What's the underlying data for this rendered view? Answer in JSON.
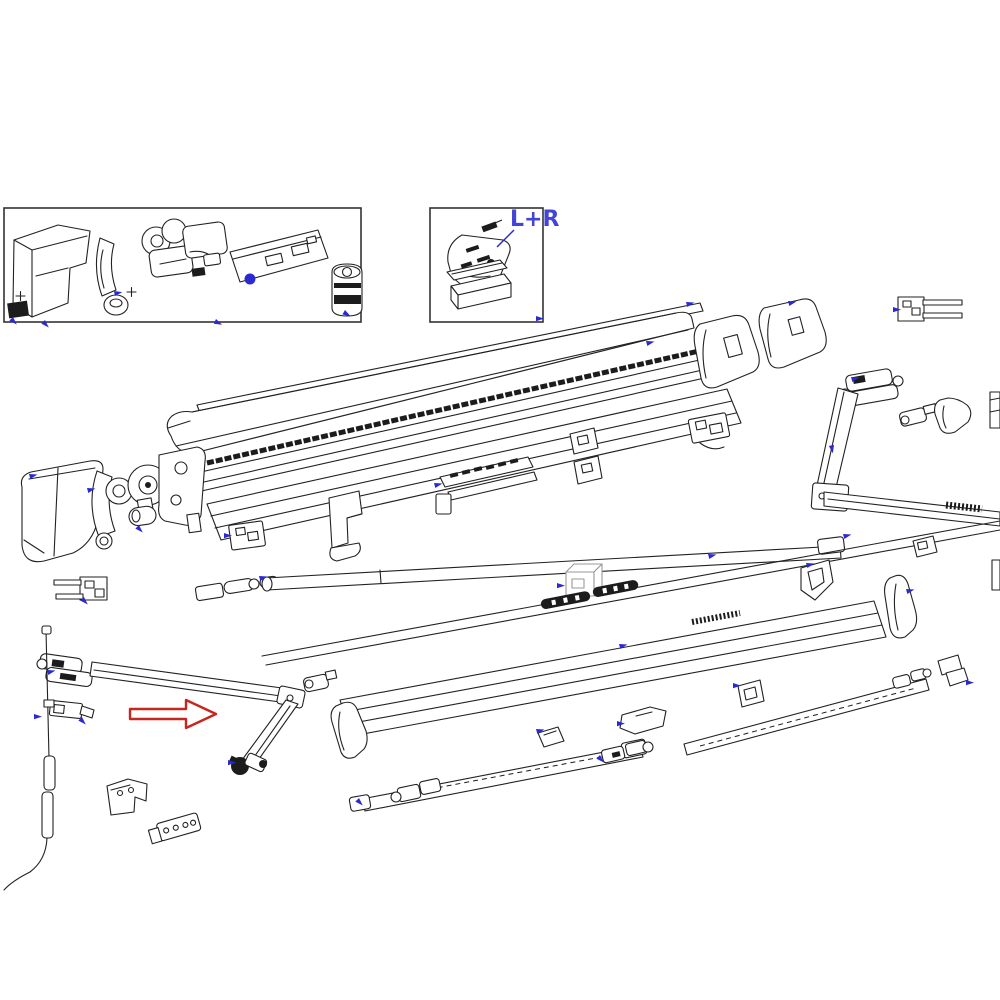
{
  "diagram": {
    "kind": "exploded-parts-diagram",
    "subject": "awning assembly exploded view, line drawing",
    "background_color": "#ffffff",
    "line_color": "#222222",
    "link_marker_color": "#2a2ad0",
    "pointer_arrow_color": "#c5271f",
    "label_color": "#4345d6",
    "inset_b": {
      "label": "L+R"
    },
    "pointer_arrow": {
      "direction": "right"
    },
    "link_marker_count": 35,
    "plus_mark": "+",
    "parts": [
      "inset-box-a",
      "end-cap-cover",
      "fixing-chip",
      "curved-bracket",
      "bushing",
      "gear-motor-assembly",
      "control-unit-box",
      "motor-cylinder",
      "inset-box-b",
      "wall-bracket-lr",
      "bracket-strip",
      "bracket-box",
      "top-profile-rail",
      "cassette-lid",
      "roller-fabric-stripe",
      "case-front-profile",
      "end-cover-left",
      "end-cover-right",
      "fork-bracket-right",
      "fork-bracket-left",
      "spring-arm-right-upper",
      "spring-arm-right-elbow",
      "spring-arm-right-lower",
      "arm-knuckle",
      "arm-cover",
      "edge-part-right",
      "left-end-cover",
      "ring-bracket",
      "gear-disc",
      "gear-housing",
      "bushing-small",
      "support-bracket",
      "roller-connector",
      "mounting-clamp",
      "perforated-strip",
      "clip-bracket-stack",
      "support-bracket-2",
      "roller-tube",
      "thin-profile-rail",
      "cube-cap",
      "chain-strip",
      "lead-rail",
      "lead-rail-end-cover",
      "triangle-bracket",
      "rail-clip",
      "rafter-tube-center",
      "rafter-tube-right",
      "tube-connector",
      "tube-end-bracket",
      "rail-clamp",
      "wall-foot-bracket",
      "mounting-plate",
      "spring-arm-left",
      "arm-foot",
      "crank-rod"
    ]
  }
}
